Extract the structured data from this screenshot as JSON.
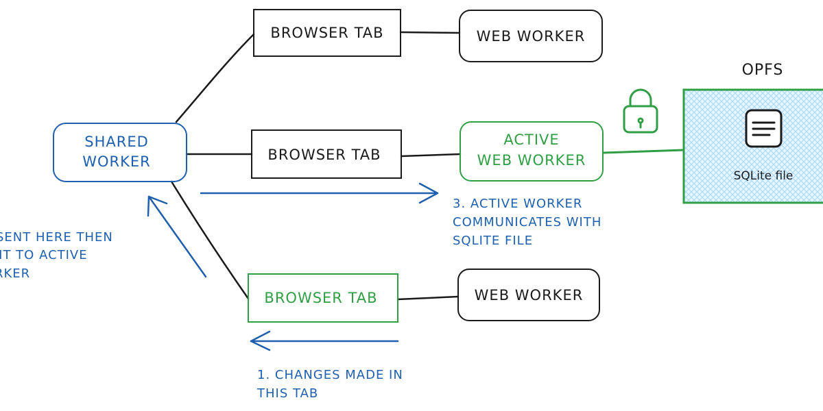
{
  "colors": {
    "ink": "#1a1a1a",
    "blue": "#1e5fae",
    "green": "#2f9e44",
    "hatch": "#a5d8ff",
    "hatch_bg": "#e7f5ff"
  },
  "nodes": {
    "tab_top": {
      "label": "BROWSER TAB"
    },
    "worker_top": {
      "label": "WEB WORKER"
    },
    "shared_worker": {
      "line1": "SHARED",
      "line2": "WORKER"
    },
    "tab_mid": {
      "label": "BROWSER TAB"
    },
    "active_worker": {
      "line1": "ACTIVE",
      "line2": "WEB WORKER"
    },
    "tab_bottom": {
      "label": "BROWSER TAB"
    },
    "worker_bottom": {
      "label": "WEB WORKER"
    }
  },
  "opfs": {
    "title": "OPFS",
    "file_label": "SQLite file",
    "file_icon": "document-icon",
    "lock_icon": "lock-icon"
  },
  "notes": {
    "left": {
      "line1": "SENT HERE THEN",
      "line2": "NT TO ACTIVE",
      "line3": "RKER"
    },
    "step1": {
      "line1": "1. CHANGES MADE IN",
      "line2": "THIS TAB"
    },
    "step3": {
      "line1": "3. ACTIVE WORKER",
      "line2": "COMMUNICATES WITH",
      "line3": "SQLITE FILE"
    }
  }
}
